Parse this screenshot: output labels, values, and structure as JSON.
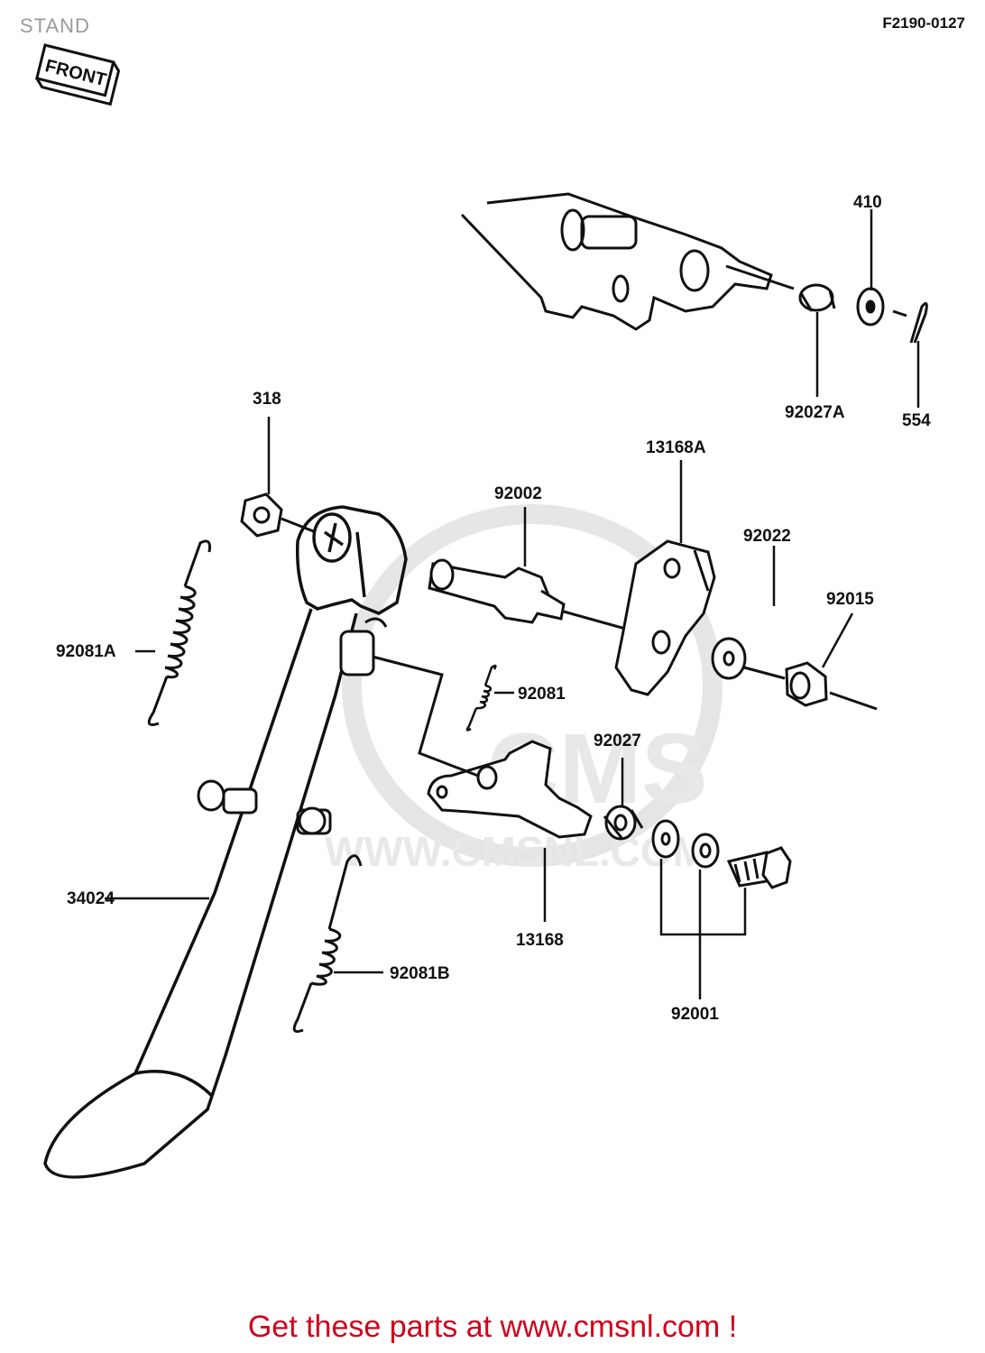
{
  "header": {
    "title": "STAND",
    "ref_code": "F2190-0127"
  },
  "front_badge": {
    "label": "FRONT"
  },
  "watermark": {
    "text": "WWW.CMSNL.COM",
    "logo": "CMS"
  },
  "parts": {
    "p410": "410",
    "p92027A": "92027A",
    "p554": "554",
    "p318": "318",
    "p13168A": "13168A",
    "p92002": "92002",
    "p92022": "92022",
    "p92015": "92015",
    "p92081A": "92081A",
    "p92081": "92081",
    "p92027": "92027",
    "p34024": "34024",
    "p13168": "13168",
    "p92081B": "92081B",
    "p92001": "92001"
  },
  "footer": {
    "text": "Get these parts at www.cmsnl.com !",
    "color": "#d0021b"
  }
}
